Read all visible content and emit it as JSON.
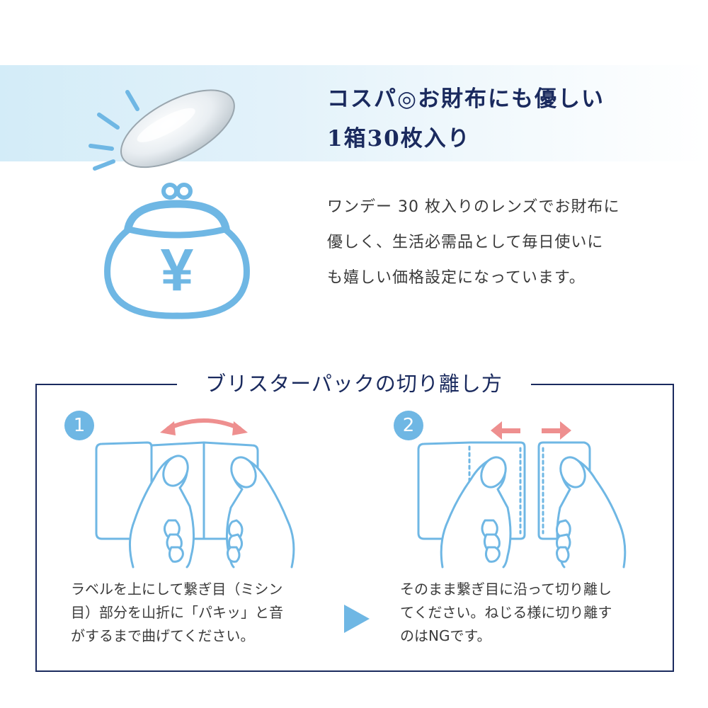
{
  "feature": {
    "heading_lines": [
      "コスパ◎お財布にも優しい",
      "1箱30枚入り"
    ],
    "description_lines": [
      "ワンデー 30 枚入りのレンズでお財布に",
      "優しく、生活必需品として毎日使いに",
      "も嬉しい価格設定になっています。"
    ],
    "wallet_symbol": "¥"
  },
  "howto": {
    "title": "ブリスターパックの切り離し方",
    "steps": [
      {
        "number": "1",
        "caption_lines": [
          "ラベルを上にして繋ぎ目（ミシン",
          "目）部分を山折に「パキッ」と音",
          "がするまで曲げてください。"
        ]
      },
      {
        "number": "2",
        "caption_lines": [
          "そのまま繋ぎ目に沿って切り離し",
          "てください。ねじる様に切り離す",
          "のはNGです。"
        ]
      }
    ]
  },
  "colors": {
    "navy": "#1a2a5e",
    "light_blue": "#6fb7e4",
    "arrow_red": "#ee8f8f",
    "band_blue": "#d3ecf8"
  },
  "icons": [
    "contact-lens-icon",
    "wallet-icon",
    "yen-icon",
    "next-arrow-icon",
    "hand-icon",
    "blister-pack-icon"
  ]
}
